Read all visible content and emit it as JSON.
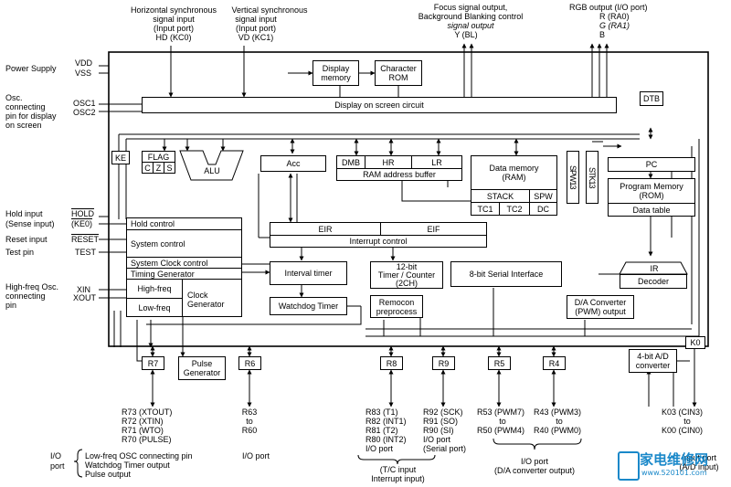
{
  "top_labels": {
    "hd_line1": "Horizontal synchronous",
    "hd_line2": "signal input",
    "hd_line3": "(Input port)",
    "hd_line4": "HD (KC0)",
    "vd_line1": "Vertical synchronous",
    "vd_line2": "signal input",
    "vd_line3": "(Input port)",
    "vd_line4": "VD (KC1)",
    "focus_line1": "Focus signal output,",
    "focus_line2": "Background Blanking control",
    "focus_line3": "signal output",
    "focus_line4": "Y (BL)",
    "rgb_line1": "RGB output (I/O port)",
    "rgb_r": "R (RA0)",
    "rgb_g": "G (RA1)",
    "rgb_b": "B"
  },
  "left_labels": {
    "power_supply": "Power Supply",
    "vdd": "VDD",
    "vss": "VSS",
    "osc_line1": "Osc.",
    "osc_line2": "connecting",
    "osc_line3": "pin for display",
    "osc_line4": "on screen",
    "osc1": "OSC1",
    "osc2": "OSC2",
    "hold_input": "Hold input",
    "sense_input": "(Sense input)",
    "hold_pin": "HOLD",
    "ke0_pin": "(KE0)",
    "reset_input": "Reset input",
    "reset_pin": "RESET",
    "test_pin_label": "Test pin",
    "test_pin": "TEST",
    "hf_line1": "High-freq Osc.",
    "hf_line2": "connecting",
    "hf_line3": "pin",
    "xin": "XIN",
    "xout": "XOUT"
  },
  "blocks": {
    "display_memory_1": "Display",
    "display_memory_2": "memory",
    "character_rom_1": "Character",
    "character_rom_2": "ROM",
    "display_osc": "Display on screen circuit",
    "dtb": "DTB",
    "ke": "KE",
    "flag": "FLAG",
    "flag_c": "C",
    "flag_z": "Z",
    "flag_s": "S",
    "alu": "ALU",
    "acc": "Acc",
    "dmb": "DMB",
    "hr": "HR",
    "lr": "LR",
    "ram_addr_buf": "RAM address buffer",
    "data_memory_1": "Data memory",
    "data_memory_2": "(RAM)",
    "stack": "STACK",
    "spw": "SPW",
    "tc1": "TC1",
    "tc2": "TC2",
    "dc": "DC",
    "spw13": "SPW13",
    "stk13": "STK13",
    "pc": "PC",
    "prog_mem_1": "Program Memory",
    "prog_mem_2": "(ROM)",
    "data_table": "Data table",
    "hold_control": "Hold control",
    "system_control": "System control",
    "system_clock_control": "System Clock control",
    "timing_generator": "Timing Generator",
    "high_freq": "High-freq",
    "low_freq": "Low-freq",
    "clock_gen_1": "Clock",
    "clock_gen_2": "Generator",
    "eir": "EIR",
    "eif": "EIF",
    "interrupt_control": "Interrupt control",
    "interval_timer": "Interval timer",
    "watchdog_timer": "Watchdog Timer",
    "timer_counter_1": "12-bit",
    "timer_counter_2": "Timer / Counter",
    "timer_counter_3": "(2CH)",
    "remocon_1": "Remocon",
    "remocon_2": "preprocess",
    "serial_interface": "8-bit Serial Interface",
    "ir": "IR",
    "decoder": "Decoder",
    "da_conv_1": "D/A Converter",
    "da_conv_2": "(PWM) output",
    "ad_conv_1": "4-bit A/D",
    "ad_conv_2": "converter",
    "pulse_gen_1": "Pulse",
    "pulse_gen_2": "Generator",
    "r7": "R7",
    "r6": "R6",
    "r8": "R8",
    "r9": "R9",
    "r5": "R5",
    "r4": "R4",
    "k0": "K0"
  },
  "bottom_labels": {
    "r73": "R73 (XTOUT)",
    "r72": "R72 (XTIN)",
    "r71": "R71 (WTO)",
    "r70": "R70 (PULSE)",
    "r63": "R63",
    "to_r6": "to",
    "r60": "R60",
    "r83": "R83 (T1)",
    "r82": "R82 (INT1)",
    "r81": "R81 (T2)",
    "r80": "R80 (INT2)",
    "io_port_r8": "I/O port",
    "r92": "R92 (SCK)",
    "r91": "R91 (SO)",
    "r90": "R90 (SI)",
    "io_port_r9_1": "I/O port",
    "io_port_r9_2": "(Serial port)",
    "r53": "R53 (PWM7)",
    "to_r5": "to",
    "r50": "R50 (PWM4)",
    "r43": "R43 (PWM3)",
    "to_r4": "to",
    "r40": "R40 (PWM0)",
    "k03": "K03 (CIN3)",
    "to_k0": "to",
    "k00": "K00 (CIN0)",
    "io_port_left_1": "I/O",
    "io_port_left_2": "port",
    "low_osc_pin": "Low-freq OSC connecting pin",
    "wdt_output": "Watchdog Timer output",
    "pulse_output": "Pulse output",
    "io_port_r6": "I/O port",
    "tc_input": "(T/C input",
    "int_input": "Interrupt input)",
    "io_port_da_1": "I/O port",
    "io_port_da_2": "(D/A converter output)",
    "input_port_1": "Input port",
    "input_port_2": "(A/D input)"
  },
  "watermark": {
    "text": "家电维修网",
    "url": "www.520101.com"
  },
  "colors": {
    "line": "#000000",
    "watermark": "#1a88c9"
  }
}
